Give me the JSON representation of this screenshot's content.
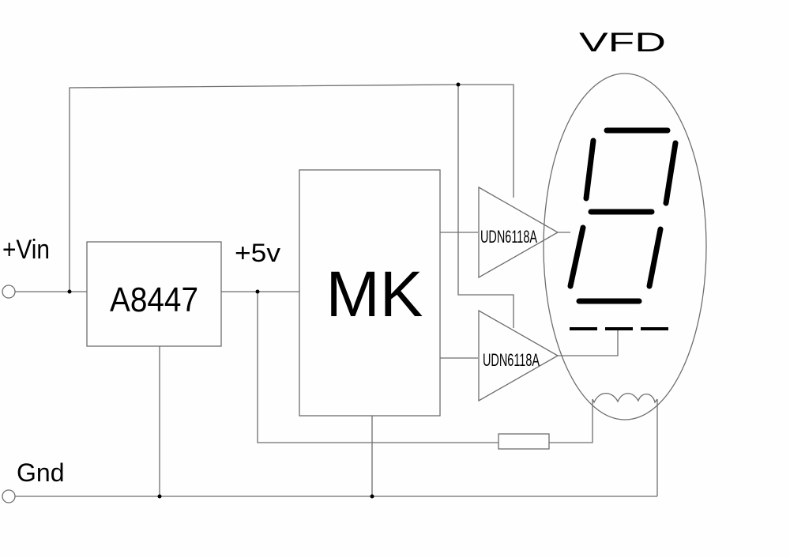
{
  "labels": {
    "vin": "+Vin",
    "gnd": "Gnd",
    "v5": "+5v",
    "vfd": "VFD"
  },
  "components": {
    "regulator": "A8447",
    "mcu": "MK",
    "driver_top": "UDN6118A",
    "driver_bottom": "UDN6118A"
  },
  "colors": {
    "wire": "#6e6e6e",
    "segment": "#000000",
    "background": "#fefefe"
  }
}
